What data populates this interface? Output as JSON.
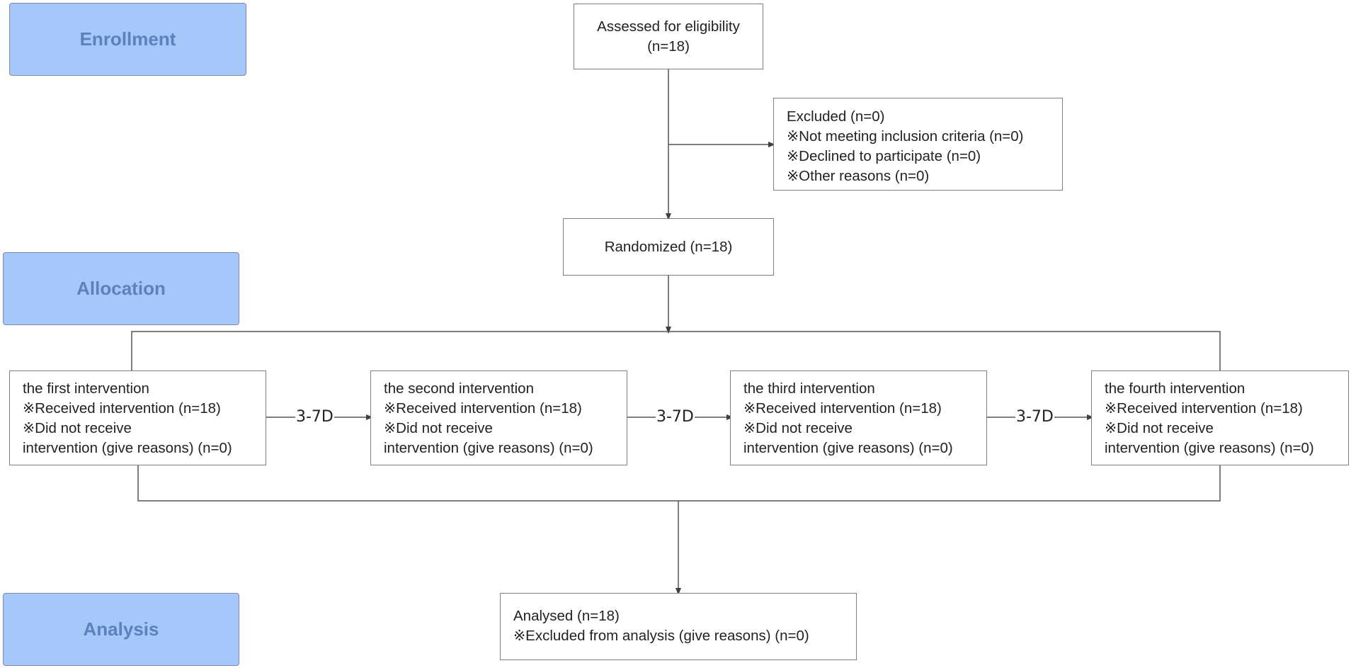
{
  "stages": {
    "enrollment": "Enrollment",
    "allocation": "Allocation",
    "analysis": "Analysis"
  },
  "assessed": {
    "line1": "Assessed for eligibility",
    "line2": "(n=18)"
  },
  "excluded": {
    "title": "Excluded  (n=0)",
    "items": [
      "※Not meeting inclusion criteria (n=0)",
      "※Declined to participate (n=0)",
      "※Other reasons (n=0)"
    ]
  },
  "randomized": {
    "label": "Randomized (n=18)"
  },
  "interventions": [
    {
      "title": "the first intervention",
      "received": "※Received intervention (n=18)",
      "not_received_1": "※Did not receive",
      "not_received_2": "intervention (give reasons) (n=0)"
    },
    {
      "title": "the second intervention",
      "received": "※Received intervention (n=18)",
      "not_received_1": "※Did not receive",
      "not_received_2": "intervention (give reasons) (n=0)"
    },
    {
      "title": "the third intervention",
      "received": "※Received intervention (n=18)",
      "not_received_1": "※Did not receive",
      "not_received_2": "intervention (give reasons) (n=0)"
    },
    {
      "title": "the fourth intervention",
      "received": "※Received intervention (n=18)",
      "not_received_1": "※Did not receive",
      "not_received_2": "intervention (give reasons) (n=0)"
    }
  ],
  "intervals": [
    "3-7D",
    "3-7D",
    "3-7D"
  ],
  "analysed": {
    "line1": "Analysed  (n=18)",
    "line2": "※Excluded from analysis (give reasons) (n=0)"
  },
  "colors": {
    "stage_fill": "#a5c7f9",
    "stage_text": "#5b82bd",
    "box_border": "#7f7f7f",
    "connector": "#555555"
  }
}
